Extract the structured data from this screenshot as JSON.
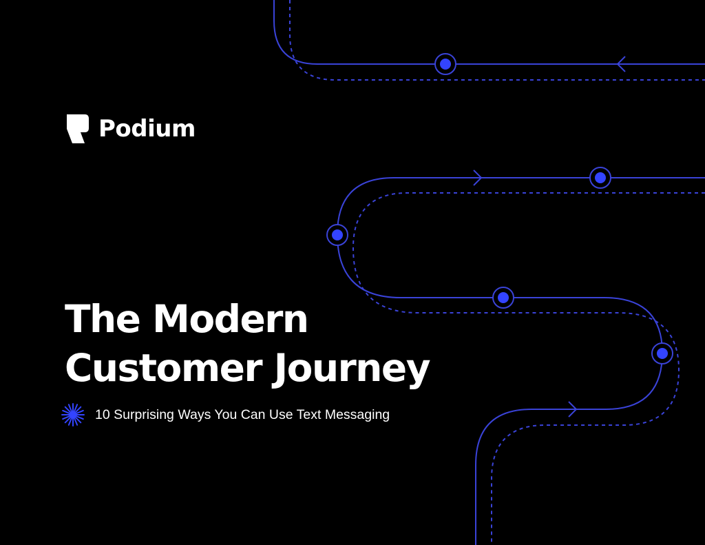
{
  "brand": {
    "name": "Podium",
    "logo_icon": "podium-logo-icon"
  },
  "cover": {
    "title_line_1": "The Modern",
    "title_line_2": "Customer Journey",
    "subtitle": "10 Surprising Ways You Can Use Text Messaging",
    "subtitle_icon": "starburst-icon"
  },
  "colors": {
    "background": "#000000",
    "text": "#ffffff",
    "accent": "#3344ff",
    "path_line": "#3a43d8"
  }
}
